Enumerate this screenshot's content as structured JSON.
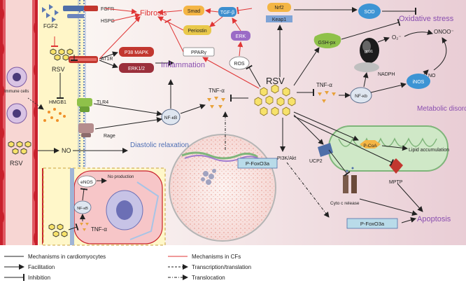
{
  "labels": {
    "fgfr": "FGFR",
    "hspg": "HSPG",
    "fgf2": "FGF2",
    "rsv_left": "RSV",
    "at1r": "AT1R",
    "p38": "P38 MAPK",
    "erk12": "ERK1/2",
    "immune": "Immune cells",
    "hmgb1": "HMGB1",
    "tlr4": "TLR4",
    "rage": "Rage",
    "nfkb_center": "NF-κB",
    "rsv_bottom_left": "RSV",
    "no_left": "NO",
    "diastolic": "Diastolic relaxation",
    "enos": "eNOS",
    "no_production": "No production",
    "nfkb_inset": "NF-κB",
    "tnf_inset": "TNF-α",
    "fibrosis": "Fibrosis",
    "smad": "Smad",
    "tgf": "TGF-β",
    "periostin": "Periostin",
    "erk": "ERK",
    "ppar": "PPARγ",
    "ros": "ROS",
    "nrf2": "Nrf2",
    "keap1": "Keap1",
    "sod": "SOD",
    "oxidative": "Oxidative stress",
    "gsh": "GSH-px",
    "gp91": "gp91",
    "o2": "O₂⁻",
    "onoo": "ONOO⁻",
    "nadph": "NADPH",
    "no_right": "NO",
    "inos": "iNOS",
    "inflammation": "Inflammation",
    "tnf_center": "TNF-α",
    "rsv_center": "RSV",
    "tnf_right": "TNF-α",
    "nfkb_right": "NF-κb",
    "metabolic": "Metabolic disorder",
    "pi3k": "PI3K/Akt",
    "ucp2": "UCP2",
    "pcoa": "P-CoA",
    "lipid": "Lipid accumulation",
    "foxo_nucleus": "P-FoxO3a",
    "mptp": "MPTP",
    "cytoc": "Cyto c release",
    "foxo_bottom": "P-FoxO3a",
    "apoptosis": "Apoptosis"
  },
  "legend": [
    {
      "text": "Mechanisms in cardiomyocytes",
      "style": "line-black"
    },
    {
      "text": "Facilitation",
      "style": "arrow"
    },
    {
      "text": "Inhibition",
      "style": "inhibit"
    },
    {
      "text": "Mechanisms in CFs",
      "style": "line-red"
    },
    {
      "text": "Transcription/translation",
      "style": "dash"
    },
    {
      "text": "Translocation",
      "style": "dashdot"
    }
  ],
  "colors": {
    "background": "#f1e2e6",
    "yellow_panel": "#fff7c9",
    "vessel": "#c01f2a",
    "purple_text": "#8a4fb0",
    "blue_text": "#4f6fb5",
    "red_text": "#e03535",
    "mito": "#c8e6c1",
    "nucleus": "#fdeaea"
  }
}
